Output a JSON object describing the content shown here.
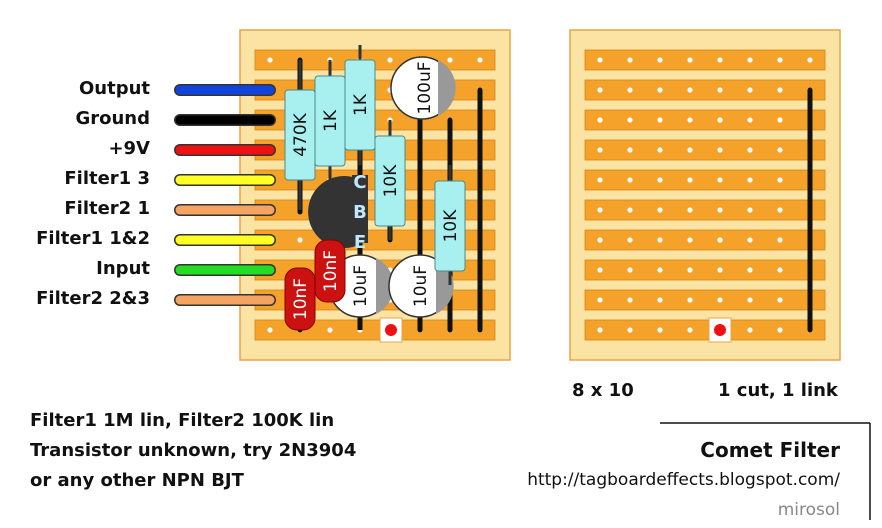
{
  "wire_labels": [
    {
      "text": "Output",
      "color": "#1144dd"
    },
    {
      "text": "Ground",
      "color": "#000000"
    },
    {
      "text": "+9V",
      "color": "#ee1111"
    },
    {
      "text": "Filter1 3",
      "color": "#ffff22"
    },
    {
      "text": "Filter2 1",
      "color": "#f4a460"
    },
    {
      "text": "Filter1 1&2",
      "color": "#ffff22"
    },
    {
      "text": "Input",
      "color": "#22dd22"
    },
    {
      "text": "Filter2 2&3",
      "color": "#f4a460"
    }
  ],
  "components": {
    "r470k": "470K",
    "r1k_a": "1K",
    "r1k_b": "1K",
    "r10k_a": "10K",
    "r10k_b": "10K",
    "c100uf": "100uF",
    "c10uf_a": "10uF",
    "c10uf_b": "10uF",
    "c10nf_a": "10nF",
    "c10nf_b": "10nF",
    "transistor_pins": [
      "C",
      "B",
      "E"
    ]
  },
  "board_info": {
    "size": "8 x 10",
    "cuts_links": "1 cut, 1 link"
  },
  "notes": [
    "Filter1 1M lin, Filter2 100K lin",
    "Transistor unknown, try 2N3904",
    "or any other NPN BJT"
  ],
  "credit": {
    "title": "Comet Filter",
    "url": "http://tagboardeffects.blogspot.com/",
    "author": "mirosol"
  },
  "colors": {
    "board": "#fbe3a4",
    "board_border": "#e8a54a",
    "strip": "#f4a22a",
    "resistor": "#a8f0f0",
    "film_cap": "#cc1111",
    "cut_marker": "#ee1111"
  }
}
